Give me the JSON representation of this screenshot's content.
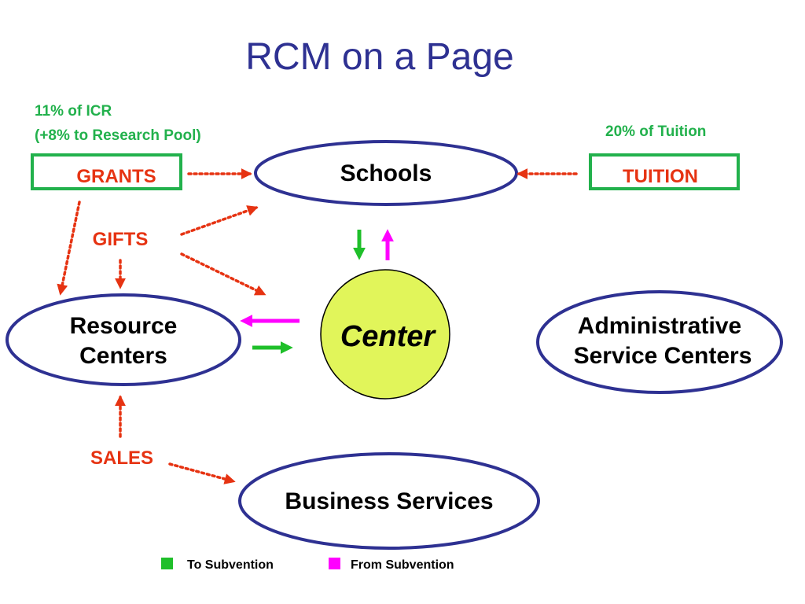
{
  "title": "RCM on a Page",
  "notes": {
    "icr_line1": "11% of ICR",
    "icr_line2": "(+8% to Research Pool)",
    "tuition_pct": "20% of Tuition"
  },
  "sources": {
    "grants": "GRANTS",
    "tuition": "TUITION",
    "gifts": "GIFTS",
    "sales": "SALES"
  },
  "nodes": {
    "schools": "Schools",
    "center": "Center",
    "resource_line1": "Resource",
    "resource_line2": "Centers",
    "admin_line1": "Administrative",
    "admin_line2": "Service Centers",
    "business": "Business Services"
  },
  "legend": {
    "to_subvention": "To Subvention",
    "from_subvention": "From Subvention"
  },
  "colors": {
    "title": "#2e3192",
    "ellipse_stroke": "#2e3192",
    "center_fill": "#e1f55a",
    "source_text": "#e63312",
    "note_text": "#22b14c",
    "to_subvention": "#1fbf2a",
    "from_subvention": "#ff00ff"
  }
}
